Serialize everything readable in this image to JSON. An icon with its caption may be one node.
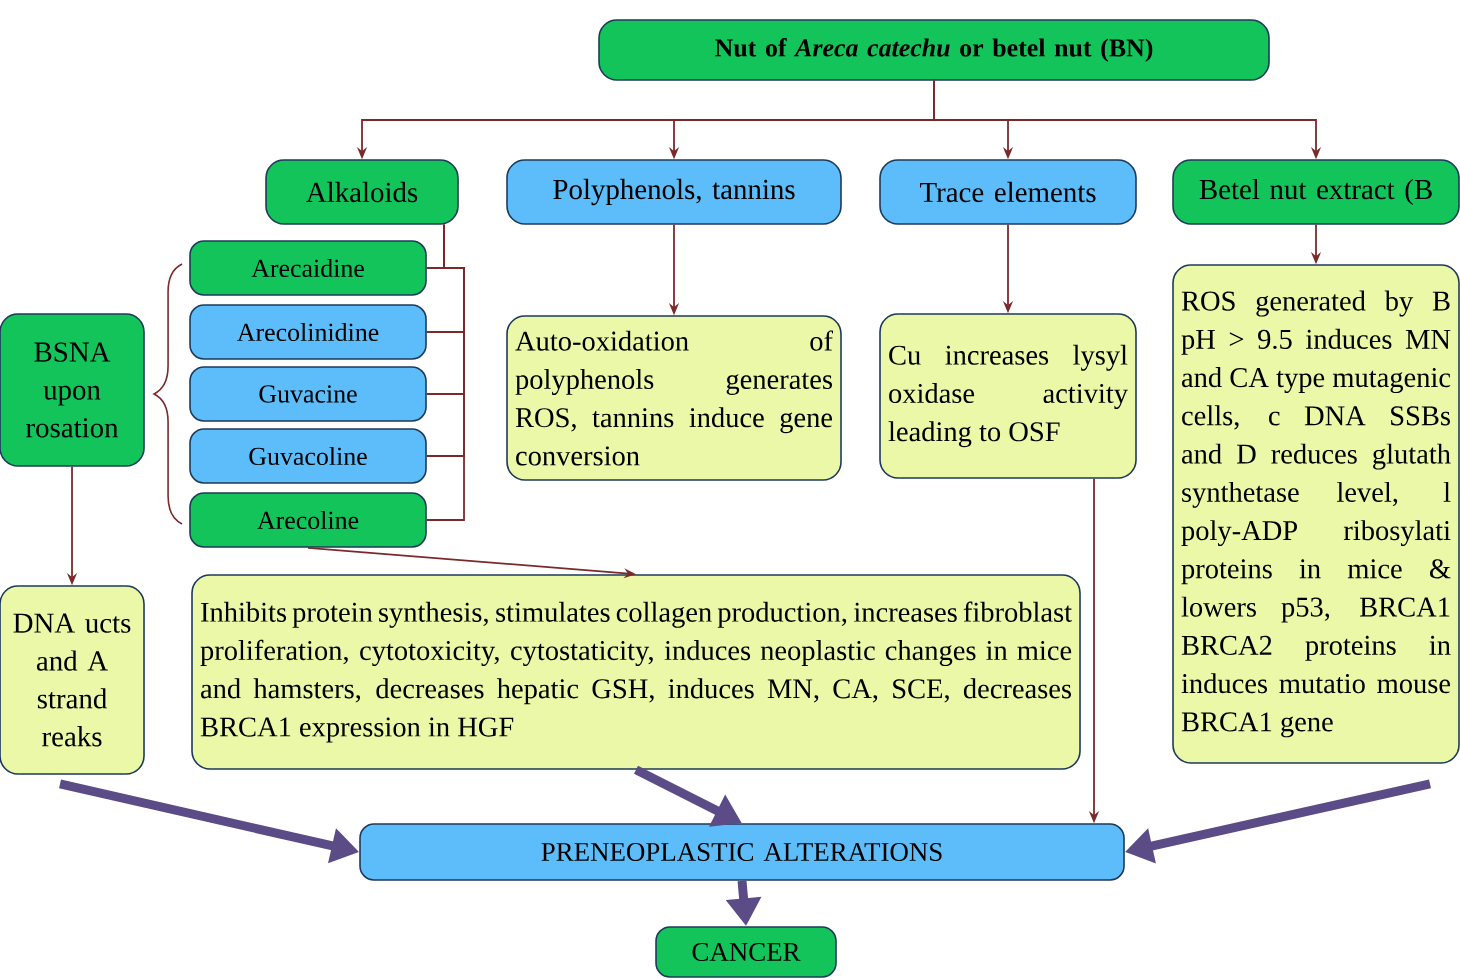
{
  "diagram": {
    "nodes": [
      {
        "text": [
          "Nut of *Areca catechu* or betel nut (BN)"
        ]
      },
      {
        "text": [
          "Alkaloids"
        ]
      },
      {
        "text": [
          "Polyphenols, tannins"
        ]
      },
      {
        "text": [
          "Trace elements"
        ]
      },
      {
        "text": [
          "Betel nut extract (B"
        ]
      },
      {
        "text": [
          "Arecaidine"
        ]
      },
      {
        "text": [
          "Arecolinidine"
        ]
      },
      {
        "text": [
          "Guvacine"
        ]
      },
      {
        "text": [
          "Guvacoline"
        ]
      },
      {
        "text": [
          "Arecoline"
        ]
      },
      {
        "text": [
          "BSNA upon rosation"
        ]
      },
      {
        "text": [
          "DNA ucts and A strand reaks"
        ]
      },
      {
        "text": [
          "Inhibits protein synthesis, stimulates collagen production, increases fibroblast proliferation, cytotoxicity, cytostaticity, induces neoplastic changes in mice and hamsters, decreases hepatic GSH, induces MN, CA, SCE, decreases BRCA1 expression in HGF"
        ]
      },
      {
        "text": [
          "Auto-oxidation of polyphenols generates ROS, tannins induce gene conversion"
        ]
      },
      {
        "text": [
          "Cu increases lysyl oxidase activity leading to OSF"
        ]
      },
      {
        "text": [
          "ROS generated by B pH > 9.5 induces MN and CA type mutagenic cells, c DNA SSBs and D reduces glutath synthetase level, l poly-ADP ribosylati proteins in mice & lowers p53, BRCA1 BRCA2 proteins in induces mutatio mouse BRCA1 gene"
        ]
      },
      {
        "text": [
          "PRENEOPLASTIC ALTERATIONS"
        ]
      },
      {
        "text": [
          "CANCER"
        ]
      }
    ],
    "edges": [
      {
        "from": 0,
        "to": 1,
        "arrow": "to"
      },
      {
        "from": 0,
        "to": 2,
        "arrow": "to"
      },
      {
        "from": 0,
        "to": 3,
        "arrow": "to"
      },
      {
        "from": 0,
        "to": 4,
        "arrow": "to"
      },
      {
        "from": 1,
        "to": 5,
        "arrow": "none"
      },
      {
        "from": 1,
        "to": 6,
        "arrow": "none"
      },
      {
        "from": 1,
        "to": 7,
        "arrow": "none"
      },
      {
        "from": 1,
        "to": 8,
        "arrow": "none"
      },
      {
        "from": 1,
        "to": 9,
        "arrow": "none"
      },
      {
        "from": 10,
        "to": 11,
        "arrow": "to"
      },
      {
        "from": 9,
        "to": 12,
        "arrow": "to"
      },
      {
        "from": 2,
        "to": 13,
        "arrow": "to"
      },
      {
        "from": 3,
        "to": 14,
        "arrow": "to"
      },
      {
        "from": 4,
        "to": 15,
        "arrow": "to"
      },
      {
        "from": 14,
        "to": 16,
        "arrow": "to"
      },
      {
        "from": 11,
        "to": 16,
        "arrow": "to",
        "style": "thick",
        "color": "#5b4b86"
      },
      {
        "from": 12,
        "to": 16,
        "arrow": "to",
        "style": "thick",
        "color": "#5b4b86"
      },
      {
        "from": 15,
        "to": 16,
        "arrow": "to",
        "style": "thick",
        "color": "#5b4b86"
      },
      {
        "from": 16,
        "to": 17,
        "arrow": "to",
        "style": "thick",
        "color": "#5b4b86"
      }
    ]
  }
}
